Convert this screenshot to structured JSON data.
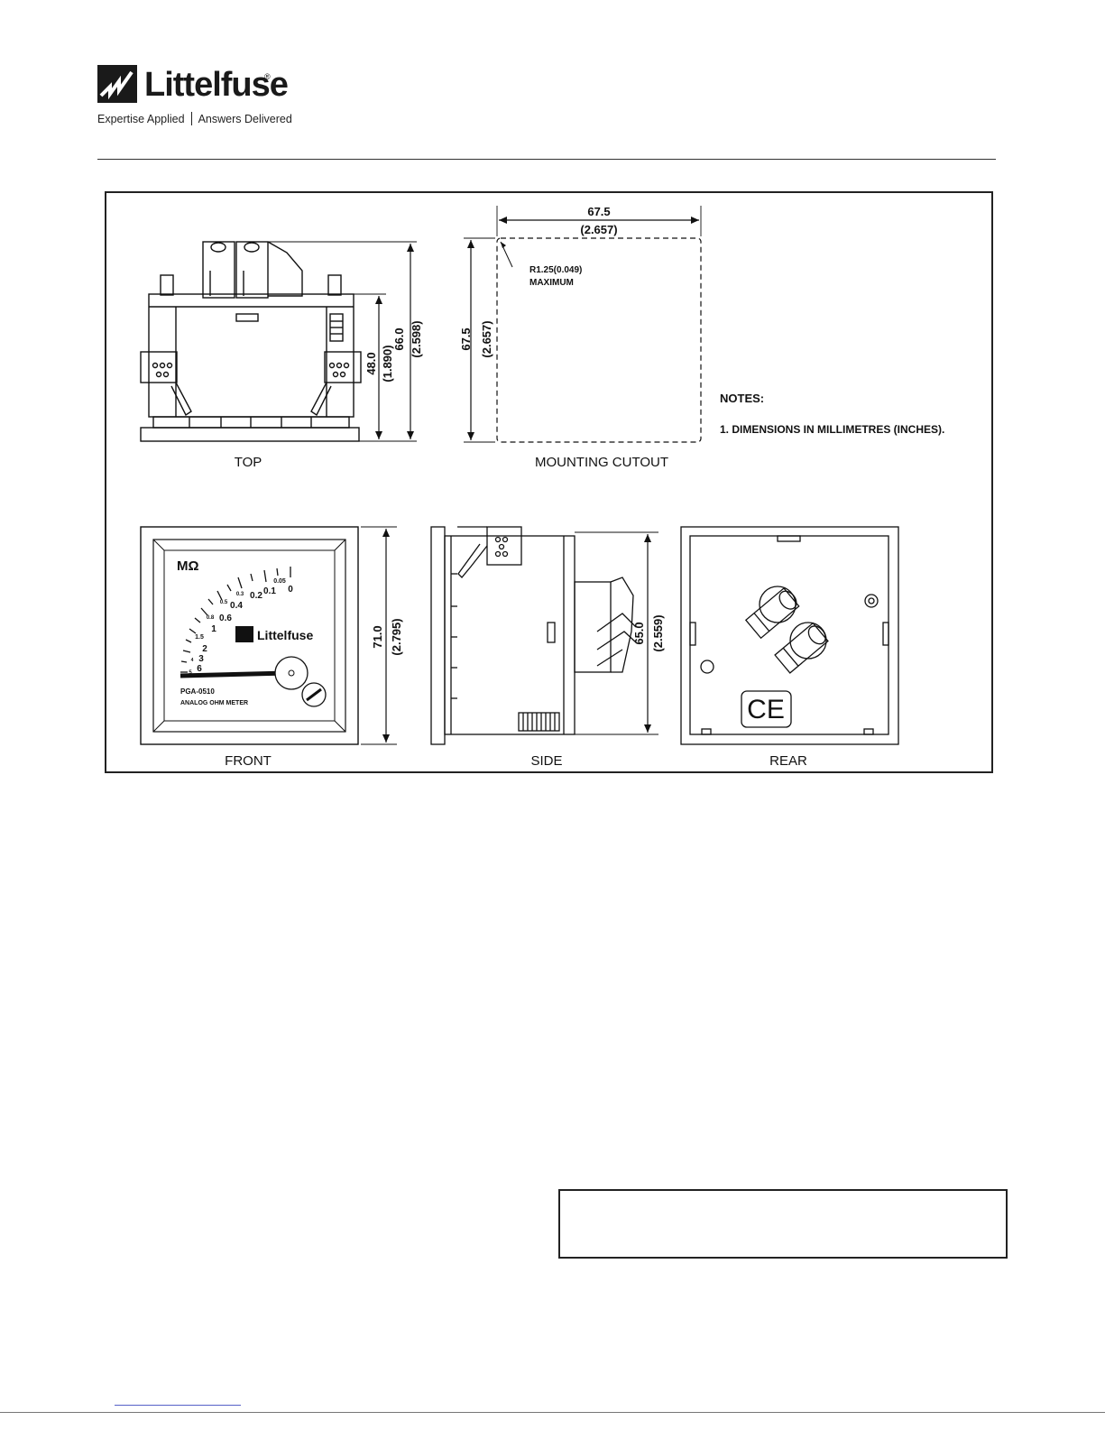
{
  "header": {
    "brand": "Littelfuse",
    "registered": "®",
    "tagline_left": "Expertise Applied",
    "tagline_right": "Answers Delivered"
  },
  "views": {
    "top": "TOP",
    "mounting_cutout": "MOUNTING CUTOUT",
    "front": "FRONT",
    "side": "SIDE",
    "rear": "REAR"
  },
  "dimensions": {
    "top_48_mm": "48.0",
    "top_48_in": "(1.890)",
    "top_66_mm": "66.0",
    "top_66_in": "(2.598)",
    "cutout_w_mm": "67.5",
    "cutout_w_in": "(2.657)",
    "cutout_h_mm": "67.5",
    "cutout_h_in": "(2.657)",
    "radius": "R1.25(0.049)",
    "radius_note": "MAXIMUM",
    "front_mm": "71.0",
    "front_in": "(2.795)",
    "side_mm": "65.0",
    "side_in": "(2.559)"
  },
  "notes": {
    "heading": "NOTES:",
    "item1": "1. DIMENSIONS IN MILLIMETRES (INCHES)."
  },
  "meter": {
    "unit": "MΩ",
    "brand": "Littelfuse",
    "model": "PGA-0510",
    "description": "ANALOG OHM METER",
    "scale": [
      "0",
      "0.05",
      "0.1",
      "0.2",
      "0.3",
      "0.4",
      "0.5",
      "0.6",
      "0.8",
      "1",
      "1.5",
      "2",
      "3",
      "4",
      "5",
      "6"
    ]
  },
  "rear": {
    "mark": "CE"
  }
}
